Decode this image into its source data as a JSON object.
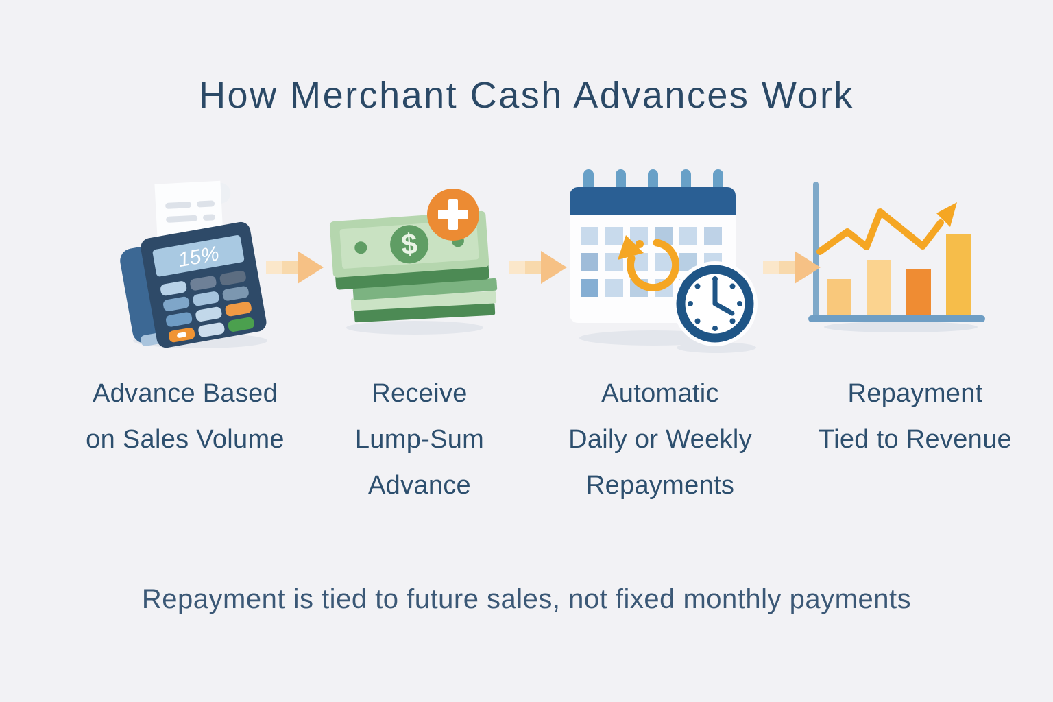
{
  "title": "How Merchant Cash Advances Work",
  "caption": "Repayment is tied to future sales, not fixed monthly payments",
  "steps": [
    {
      "id": "advance-based-on-sales",
      "icon": "pos-terminal",
      "screen_text": "15%",
      "label_lines": [
        "Advance Based",
        "on Sales Volume"
      ]
    },
    {
      "id": "receive-lump-sum-advance",
      "icon": "cash-stack-plus",
      "currency_symbol": "$",
      "badge_symbol": "plus",
      "label_lines": [
        "Receive",
        "Lump-Sum",
        "Advance"
      ]
    },
    {
      "id": "automatic-repayments",
      "icon": "calendar-refresh-clock",
      "label_lines": [
        "Automatic",
        "Daily or Weekly",
        "Repayments"
      ]
    },
    {
      "id": "repayment-tied-to-revenue",
      "icon": "rising-bar-chart",
      "label_lines": [
        "Repayment",
        "Tied to Revenue"
      ]
    }
  ],
  "connector_icon": "right-arrow",
  "colors": {
    "background": "#f2f2f5",
    "heading_text": "#2b4966",
    "label_text": "#2d4f6e",
    "caption_text": "#3b5876",
    "terminal_navy": "#2e4a68",
    "terminal_side_blue": "#3c6894",
    "screen_light_blue": "#a9c9e2",
    "calendar_header_blue": "#2a5f94",
    "clock_navy": "#1f5586",
    "ring_blue": "#68a0c7",
    "cell_light_blue": "#c8daec",
    "bill_light_green": "#b5d6ae",
    "bill_dark_green": "#4c8a54",
    "bill_circle_green": "#5f9d64",
    "badge_orange": "#ec8b33",
    "button_orange": "#f09434",
    "button_green": "#4ba04e",
    "trend_gold": "#f5a623",
    "bar_light": "#f9c87b",
    "bar_pale": "#fbd38f",
    "bar_orange": "#ef8c33",
    "bar_gold": "#f6bd4a",
    "axis_blue": "#7fa9c9",
    "arrow_peach": "#f6c185",
    "shadow": "#e3e6ec"
  }
}
